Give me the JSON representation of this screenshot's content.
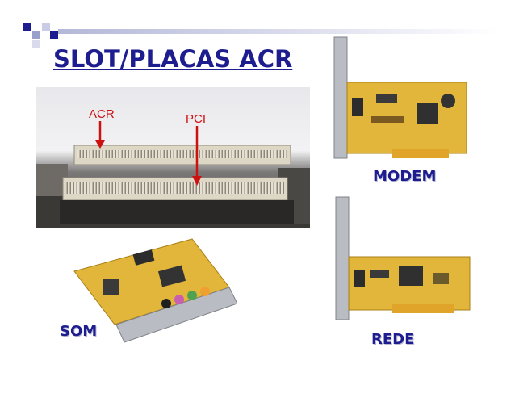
{
  "slide": {
    "title": "SLOT/PLACAS ACR",
    "colors": {
      "title": "#1d1d8f",
      "accent_bar": "#b4b8d8",
      "board_yellow": "#e2b63a",
      "arrow_red": "#cc1111"
    }
  },
  "slot_photo": {
    "labels": {
      "acr": "ACR",
      "pci": "PCI"
    }
  },
  "cards": {
    "modem": {
      "label": "MODEM"
    },
    "rede": {
      "label": "REDE"
    },
    "som": {
      "label": "SOM"
    }
  }
}
